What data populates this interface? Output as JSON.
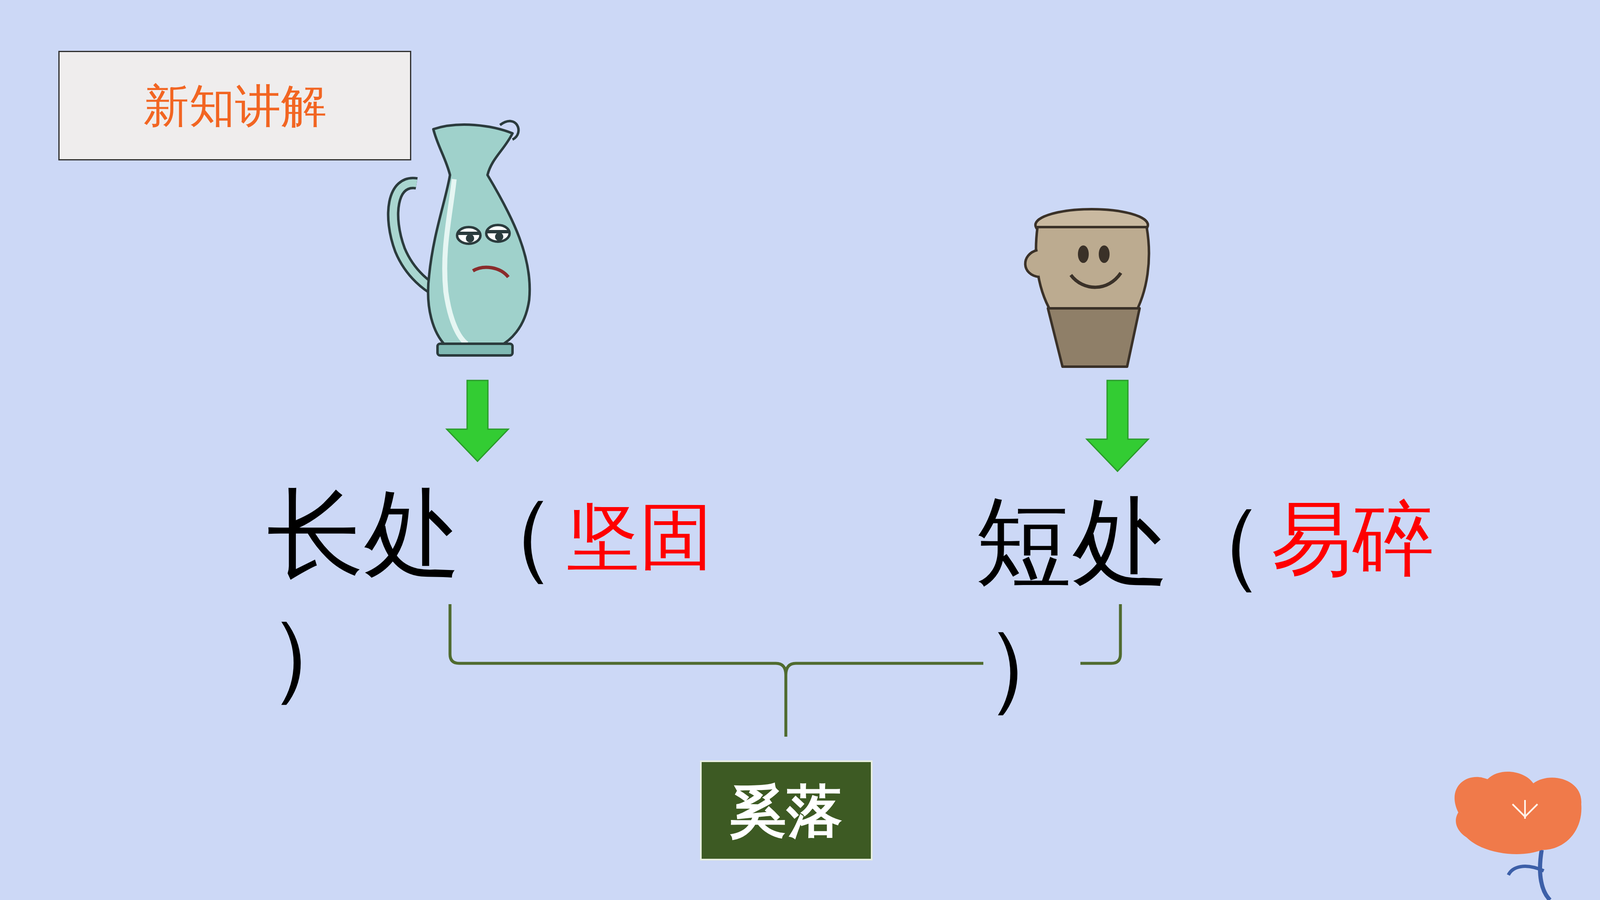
{
  "diagram": {
    "nodes": [
      {
        "text": [
          "新知讲解"
        ]
      },
      {
        "text": [
          "奚落"
        ]
      }
    ],
    "labels": [
      "长处（",
      "坚固",
      "）",
      "短处（",
      "易碎",
      "）"
    ]
  }
}
